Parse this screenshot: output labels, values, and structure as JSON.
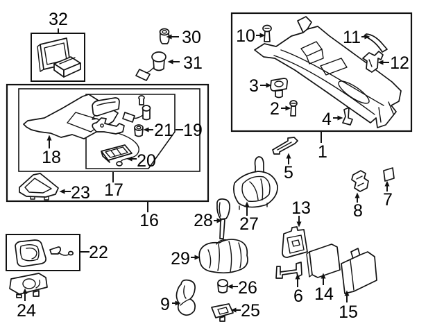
{
  "figure": {
    "kind": "exploded-parts-diagram",
    "background": "#ffffff",
    "line_color": "#111111"
  },
  "callouts": {
    "n1": {
      "label": "1"
    },
    "n2": {
      "label": "2"
    },
    "n3": {
      "label": "3"
    },
    "n4": {
      "label": "4"
    },
    "n5": {
      "label": "5"
    },
    "n6": {
      "label": "6"
    },
    "n7": {
      "label": "7"
    },
    "n8": {
      "label": "8"
    },
    "n9": {
      "label": "9"
    },
    "n10": {
      "label": "10"
    },
    "n11": {
      "label": "11"
    },
    "n12": {
      "label": "12"
    },
    "n13": {
      "label": "13"
    },
    "n14": {
      "label": "14"
    },
    "n15": {
      "label": "15"
    },
    "n16": {
      "label": "16"
    },
    "n17": {
      "label": "17"
    },
    "n18": {
      "label": "18"
    },
    "n19": {
      "label": "19"
    },
    "n20": {
      "label": "20"
    },
    "n21": {
      "label": "21"
    },
    "n22": {
      "label": "22"
    },
    "n23": {
      "label": "23"
    },
    "n24": {
      "label": "24"
    },
    "n25": {
      "label": "25"
    },
    "n26": {
      "label": "26"
    },
    "n27": {
      "label": "27"
    },
    "n28": {
      "label": "28"
    },
    "n29": {
      "label": "29"
    },
    "n30": {
      "label": "30"
    },
    "n31": {
      "label": "31"
    },
    "n32": {
      "label": "32"
    }
  }
}
